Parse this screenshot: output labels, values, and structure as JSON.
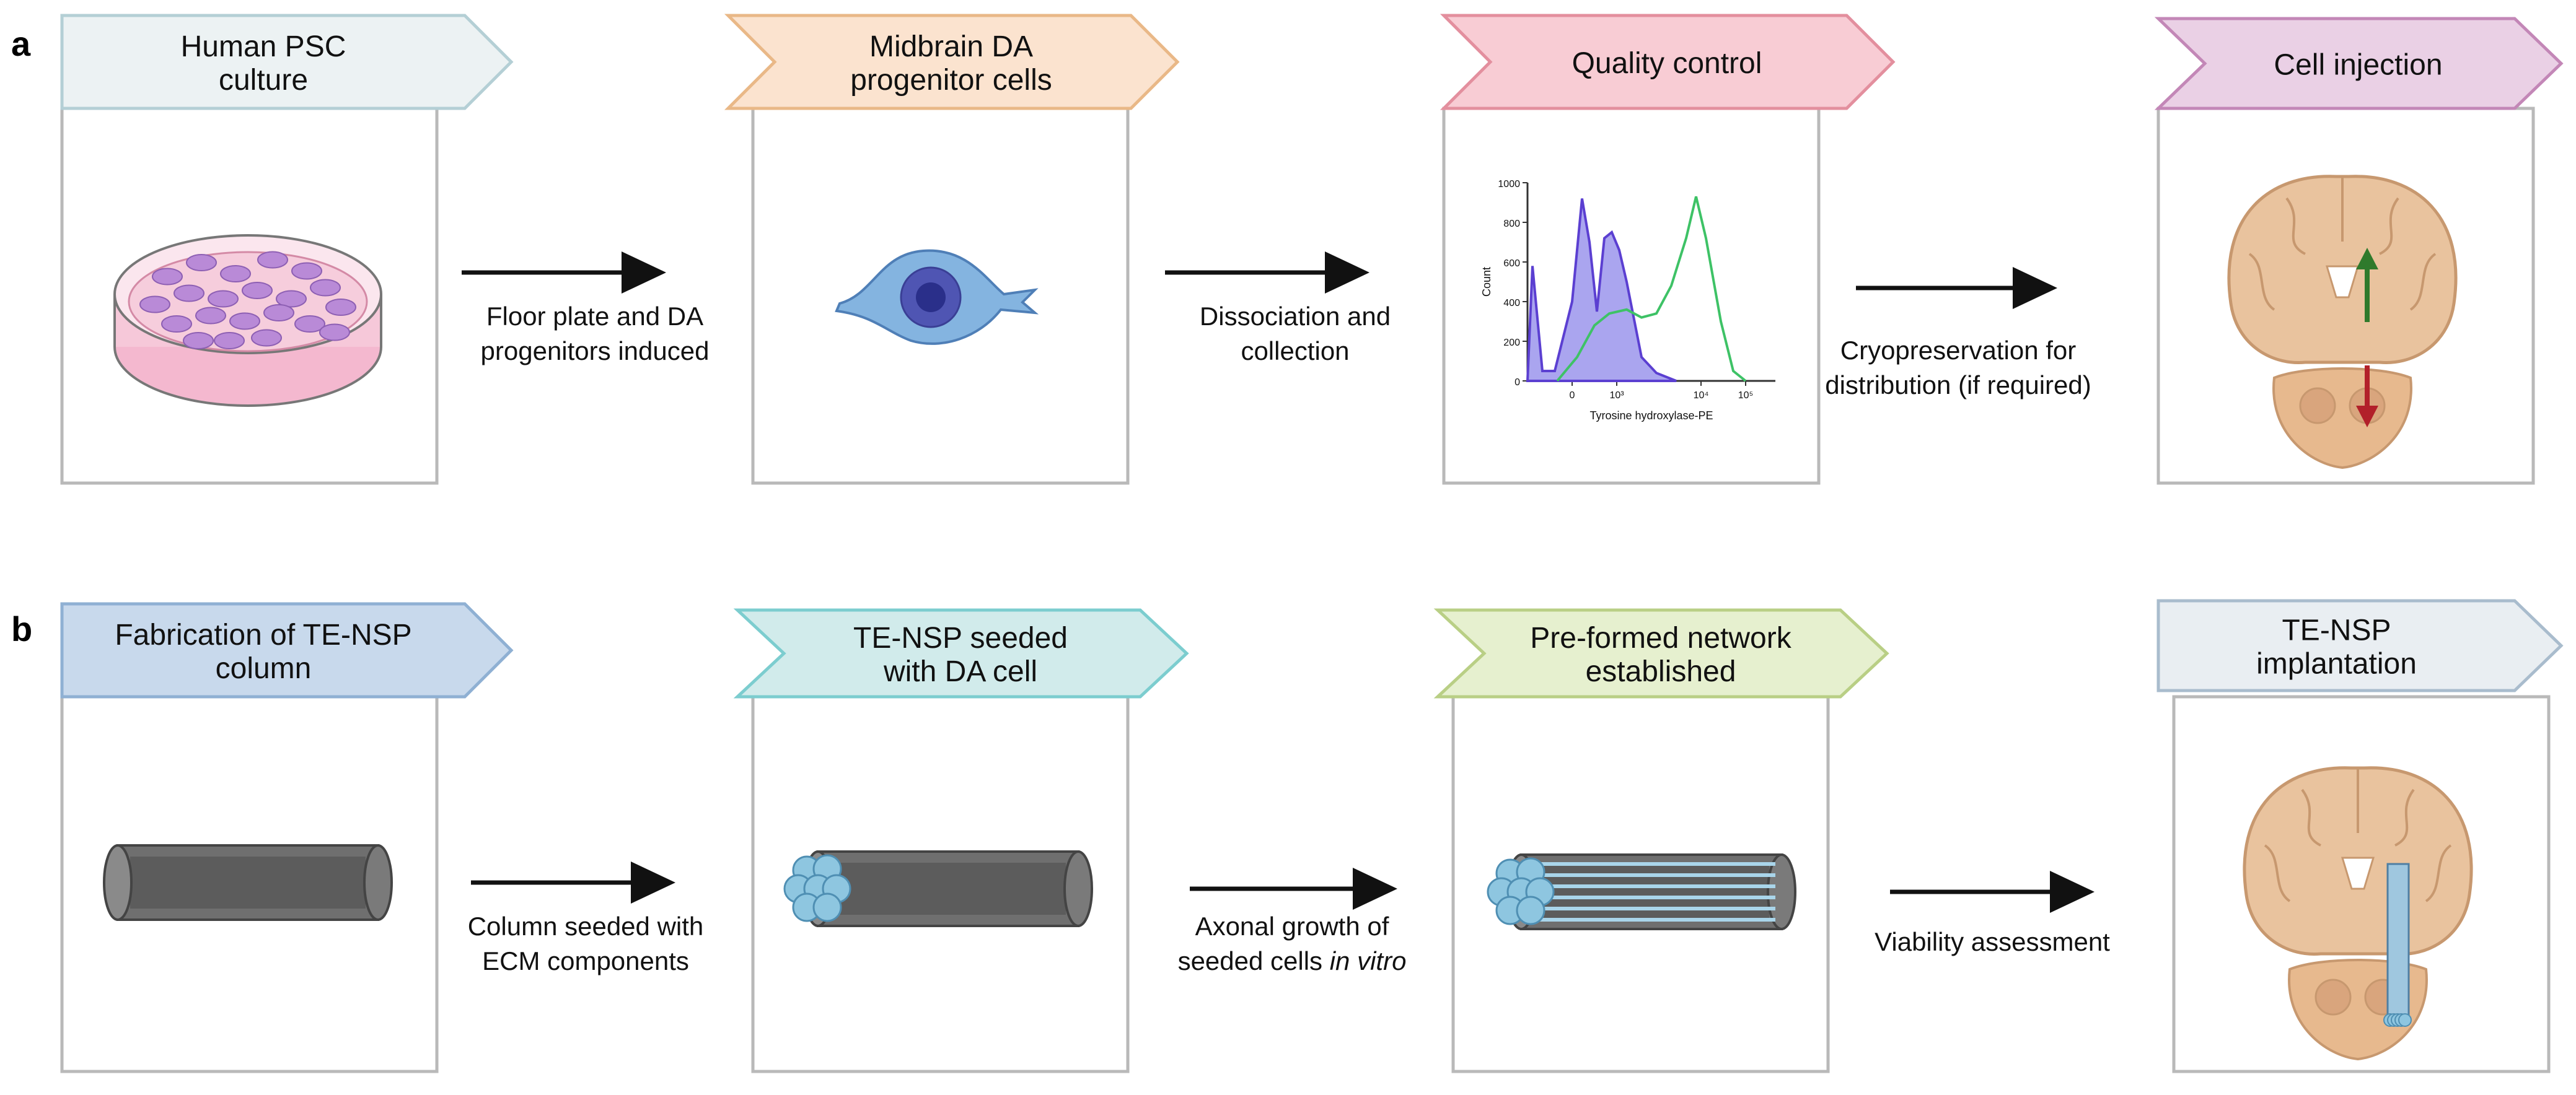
{
  "panels": {
    "a": {
      "label": "a",
      "steps": [
        {
          "lines": [
            "Human PSC",
            "culture"
          ],
          "color": "#ecf2f3",
          "border": "#b4cfd5",
          "icon": "petri-dish-icon"
        },
        {
          "lines": [
            "Midbrain DA",
            "progenitor cells"
          ],
          "color": "#fbe3cf",
          "border": "#e9b887",
          "icon": "progenitor-cell-icon"
        },
        {
          "lines": [
            "Quality control"
          ],
          "color": "#f8ccd4",
          "border": "#e38f9e",
          "icon": "flow-histogram-icon"
        },
        {
          "lines": [
            "Cell injection"
          ],
          "color": "#ead0e5",
          "border": "#c387b7",
          "icon": "brain-injection-icon"
        }
      ],
      "transitions": [
        {
          "lines": [
            "Floor plate and DA",
            "progenitors induced"
          ]
        },
        {
          "lines": [
            "Dissociation and",
            "collection"
          ]
        },
        {
          "lines": [
            "Cryopreservation for",
            "distribution (if required)"
          ]
        }
      ]
    },
    "b": {
      "label": "b",
      "steps": [
        {
          "lines": [
            "Fabrication of TE-NSP",
            "column"
          ],
          "color": "#c8d9ec",
          "border": "#8fb0d3",
          "icon": "hollow-column-icon"
        },
        {
          "lines": [
            "TE-NSP seeded",
            "with DA cell"
          ],
          "color": "#d1ebeb",
          "border": "#7ccdcf",
          "icon": "seeded-column-icon"
        },
        {
          "lines": [
            "Pre-formed network",
            "established"
          ],
          "color": "#e6f0cf",
          "border": "#b9cf85",
          "icon": "network-column-icon"
        },
        {
          "lines": [
            "TE-NSP",
            "implantation"
          ],
          "color": "#e9eef2",
          "border": "#a9bccd",
          "icon": "brain-implant-icon"
        }
      ],
      "transitions": [
        {
          "lines": [
            "Column seeded with",
            "ECM components"
          ]
        },
        {
          "lines": [
            "Axonal growth of",
            "seeded cells",
            "in vitro"
          ]
        },
        {
          "lines": [
            "Viability assessment"
          ]
        }
      ]
    }
  },
  "histogram": {
    "ylabel": "Count",
    "xlabel": "Tyrosine hydroxylase-PE",
    "yticks": [
      "0",
      "200",
      "400",
      "600",
      "800",
      "1000"
    ],
    "xticks": [
      "0",
      "10³",
      "10⁴",
      "10⁵"
    ],
    "series": [
      {
        "name": "",
        "color": "#5b3fd1",
        "fill": "#aaa5ef"
      },
      {
        "name": "",
        "color": "#3ec266"
      }
    ]
  },
  "colors": {
    "frame": "#b9b9b9",
    "arrow": "#111111",
    "brain": "#e9c39e",
    "brain_dark": "#c7986f",
    "cell_blue": "#78b0dd",
    "tube": "#6f6f6f",
    "up_arrow": "#2f7a2c",
    "down_arrow": "#b2202a"
  }
}
